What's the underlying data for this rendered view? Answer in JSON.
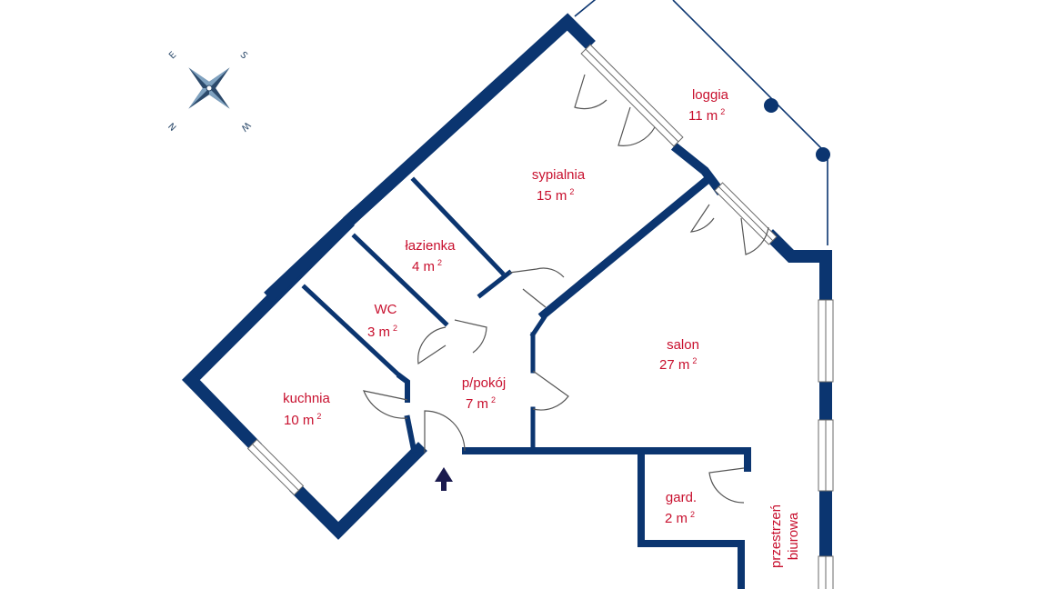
{
  "rooms": [
    {
      "id": "loggia",
      "name": "loggia",
      "area": "11 m",
      "unit_exp": "2"
    },
    {
      "id": "sypialnia",
      "name": "sypialnia",
      "area": "15 m",
      "unit_exp": "2"
    },
    {
      "id": "lazienka",
      "name": "łazienka",
      "area": "4 m",
      "unit_exp": "2"
    },
    {
      "id": "wc",
      "name": "WC",
      "area": "3 m",
      "unit_exp": "2"
    },
    {
      "id": "salon",
      "name": "salon",
      "area": "27 m",
      "unit_exp": "2"
    },
    {
      "id": "ppokoj",
      "name": "p/pokój",
      "area": "7 m",
      "unit_exp": "2"
    },
    {
      "id": "kuchnia",
      "name": "kuchnia",
      "area": "10 m",
      "unit_exp": "2"
    },
    {
      "id": "gard",
      "name": "gard.",
      "area": "2 m",
      "unit_exp": "2"
    }
  ],
  "external_label_line1": "przestrzeń",
  "external_label_line2": "biurowa",
  "compass": {
    "n": "N",
    "s": "S",
    "e": "E",
    "w": "W"
  },
  "colors": {
    "wall": "#0b3570",
    "label": "#c8102e",
    "entrance_arrow": "#1a1a4e"
  }
}
